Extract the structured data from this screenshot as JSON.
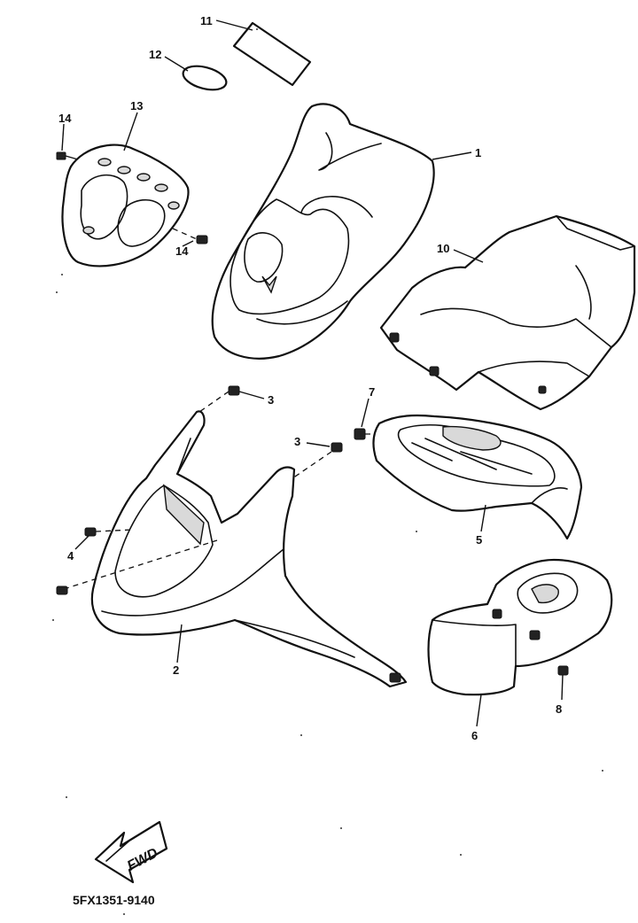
{
  "diagram": {
    "callouts": {
      "p1": "1",
      "p2": "2",
      "p3a": "3",
      "p3b": "3",
      "p4": "4",
      "p5": "5",
      "p6": "6",
      "p7": "7",
      "p8": "8",
      "p10": "10",
      "p11": "11",
      "p12": "12",
      "p13": "13",
      "p14a": "14",
      "p14b": "14"
    },
    "fwd_label": "FWD",
    "drawing_code": "5FX1351-9140"
  }
}
